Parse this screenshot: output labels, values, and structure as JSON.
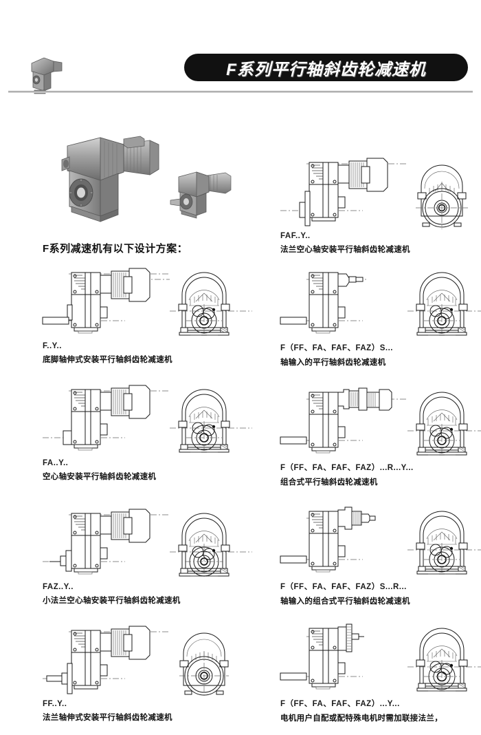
{
  "header": {
    "banner_title": "F系列平行轴斜齿轮减速机",
    "thumbnail_icon": "gear-reducer-photo"
  },
  "hero": {
    "main_photo_icon": "gear-reducer-with-motor-photo",
    "secondary_photo_icon": "gear-reducer-compact-photo"
  },
  "intro": {
    "heading": "F系列减速机有以下设计方案："
  },
  "variants": {
    "left": [
      {
        "code": "F..Y..",
        "desc": "底脚轴伸式安装平行轴斜齿轮减速机",
        "side_view_icon": "foot-mounted-side-view",
        "end_view_icon": "foot-mounted-end-view"
      },
      {
        "code": "FA..Y..",
        "desc": "空心轴安装平行轴斜齿轮减速机",
        "side_view_icon": "hollow-shaft-side-view",
        "end_view_icon": "hollow-shaft-end-view"
      },
      {
        "code": "FAZ..Y..",
        "desc": "小法兰空心轴安装平行轴斜齿轮减速机",
        "side_view_icon": "small-flange-hollow-shaft-side-view",
        "end_view_icon": "small-flange-hollow-shaft-end-view"
      },
      {
        "code": "FF..Y..",
        "desc": "法兰轴伸式安装平行轴斜齿轮减速机",
        "side_view_icon": "flange-shaft-side-view",
        "end_view_icon": "flange-shaft-end-view"
      }
    ],
    "right": [
      {
        "code": "FAF..Y..",
        "desc": "法兰空心轴安装平行轴斜齿轮减速机",
        "side_view_icon": "flange-hollow-shaft-side-view",
        "end_view_icon": "flange-hollow-shaft-end-view"
      },
      {
        "code": "F（FF、FA、FAF、FAZ）S...",
        "desc": "轴输入的平行轴斜齿轮减速机",
        "side_view_icon": "shaft-input-side-view",
        "end_view_icon": "shaft-input-end-view"
      },
      {
        "code": "F（FF、FA、FAF、FAZ）...R...Y...",
        "desc": "组合式平行轴斜齿轮减速机",
        "side_view_icon": "combination-unit-side-view",
        "end_view_icon": "combination-unit-end-view"
      },
      {
        "code": "F（FF、FA、FAF、FAZ）S...R...",
        "desc": "轴输入的组合式平行轴斜齿轮减速机",
        "side_view_icon": "shaft-input-combination-side-view",
        "end_view_icon": "shaft-input-combination-end-view"
      },
      {
        "code": "F（FF、FA、FAF、FAZ）...Y...",
        "desc": "电机用户自配或配特殊电机时需加联接法兰，",
        "side_view_icon": "coupling-flange-side-view",
        "end_view_icon": "coupling-flange-end-view"
      }
    ]
  },
  "colors": {
    "banner_bg": "#111111",
    "banner_text": "#ffffff",
    "line": "#1a1a1a",
    "rule": "#9a9a9a"
  }
}
